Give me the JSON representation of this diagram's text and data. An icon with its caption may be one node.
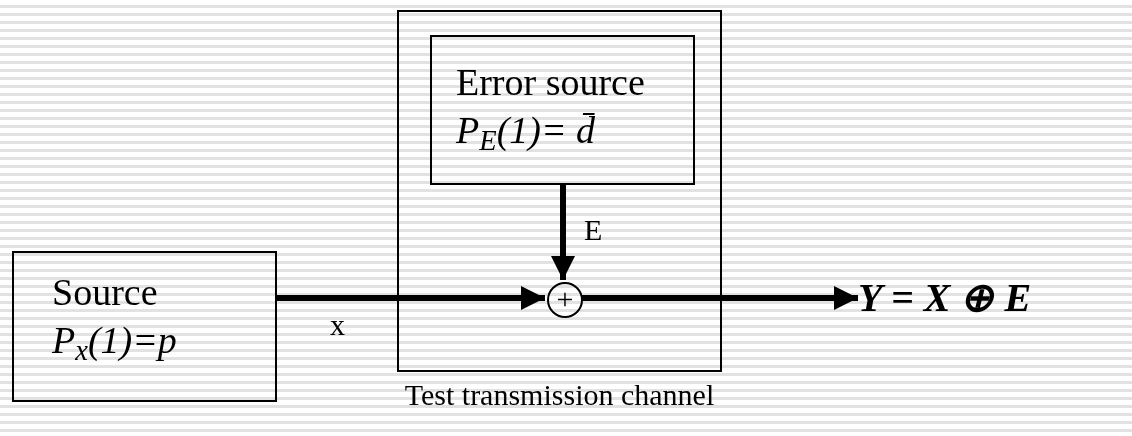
{
  "diagram": {
    "nodes": [
      {
        "text": [
          "Test transmission channel"
        ]
      },
      {
        "text": [
          "Error source",
          "P$_{E}$(1)= d̄"
        ],
        "in": 0
      },
      {
        "text": [
          "Source",
          "P$_{x}$(1)=p"
        ]
      },
      {
        "text": [
          "+"
        ],
        "in": 0
      },
      {
        "text": [
          "Y = X ⊕ E"
        ]
      }
    ],
    "edges": [
      {
        "from": 2,
        "to": 3,
        "arrow": "to",
        "label": "x"
      },
      {
        "from": 1,
        "to": 3,
        "arrow": "to",
        "label": "E"
      },
      {
        "from": 3,
        "to": 4,
        "arrow": "to"
      }
    ]
  }
}
